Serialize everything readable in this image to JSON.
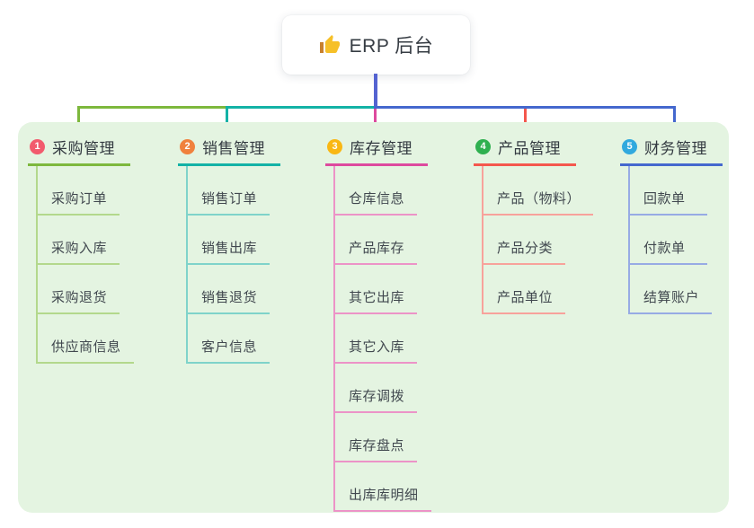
{
  "root": {
    "icon": "thumbs-up-icon",
    "label": "ERP 后台"
  },
  "colors": {
    "panel_bg": "#e4f4e1",
    "root_line": "#5463d1",
    "root_text": "#363c43",
    "header_text": "#333a41",
    "item_text": "#41484f",
    "thumb_gold": "#f6c028",
    "thumb_sleeve": "#c8802d"
  },
  "branches": [
    {
      "number": "1",
      "label": "采购管理",
      "badge_color": "#f25b6d",
      "line_color": "#7db83d",
      "light_color": "#b3d88c",
      "items": [
        "采购订单",
        "采购入库",
        "采购退货",
        "供应商信息"
      ]
    },
    {
      "number": "2",
      "label": "销售管理",
      "badge_color": "#f0813d",
      "line_color": "#13b2a6",
      "light_color": "#7fd3ca",
      "items": [
        "销售订单",
        "销售出库",
        "销售退货",
        "客户信息"
      ]
    },
    {
      "number": "3",
      "label": "库存管理",
      "badge_color": "#f9b713",
      "line_color": "#dd4a9e",
      "light_color": "#ec93c7",
      "items": [
        "仓库信息",
        "产品库存",
        "其它出库",
        "其它入库",
        "库存调拨",
        "库存盘点",
        "出库库明细"
      ]
    },
    {
      "number": "4",
      "label": "产品管理",
      "badge_color": "#2fb050",
      "line_color": "#f4574d",
      "light_color": "#f8a29b",
      "items": [
        "产品（物料）",
        "产品分类",
        "产品单位"
      ]
    },
    {
      "number": "5",
      "label": "财务管理",
      "badge_color": "#31a9de",
      "line_color": "#4468ce",
      "light_color": "#97abe4",
      "items": [
        "回款单",
        "付款单",
        "结算账户"
      ]
    }
  ]
}
